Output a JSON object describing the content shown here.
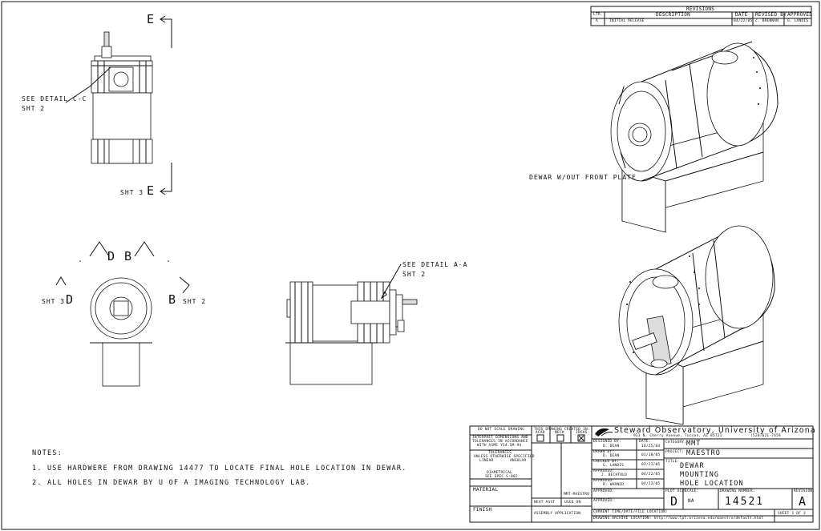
{
  "revisions": {
    "title": "REVISIONS",
    "headers": [
      "LTR",
      "DESCRIPTION",
      "DATE",
      "REVISED BY",
      "APPROVED"
    ],
    "row": [
      "A",
      "INITIAL RELEASE",
      "04/22/05",
      "c. BRENNAN",
      "G. LANDIS"
    ]
  },
  "section_views": {
    "e_top": "E",
    "e_bottom": "E",
    "sht3_e": "SHT 3",
    "d_top": "D",
    "b_top": "B",
    "d_left": "D",
    "b_right": "B",
    "sht3_d": "SHT 3",
    "sht2_b": "SHT 2"
  },
  "callouts": {
    "detail_c_line1": "SEE DETAIL C-C",
    "detail_c_line2": "SHT 2",
    "detail_a_line1": "SEE DETAIL A-A",
    "detail_a_line2": "SHT 2",
    "dewar_no_front": "DEWAR W/OUT FRONT PLATE"
  },
  "notes": {
    "title": "NOTES:",
    "items": [
      "1. USE HARDWERE FROM DRAWING 14477 TO LOCATE FINAL HOLE LOCATION IN DEWAR.",
      "2. ALL HOLES IN DEWAR BY U OF A IMAGING TECHNOLOGY LAB."
    ]
  },
  "title_block": {
    "do_not_scale": "DO NOT SCALE DRAWING",
    "interpret_1": "INTERPRET DIMENSIONS AND",
    "interpret_2": "TOLERANCES IN ACCORDANCE",
    "interpret_3": "WITH ASME Y14.5M-94",
    "tolerances": "TOLERANCES",
    "unless": "UNLESS OTHERWISE SPECIFIED",
    "linear": "LINEAR",
    "angular": "ANGULAR",
    "diametrical": "DIAMETRICAL",
    "see_spec": "SEE SPEC S-002",
    "material": "MATERIAL",
    "finish": "FINISH",
    "created_in": "THIS DRAWING CREATED IN:",
    "cad_options": [
      "ACAD",
      "MECH",
      "IDEAS"
    ],
    "next_asst": "NEXT ASST",
    "used_on": "USED ON",
    "assembly_app": "ASSEMBLY APPLICATION",
    "mmt_maestro": "MMT-MAESTRO",
    "org_name": "Steward Observatory, University of Arizona",
    "org_address": "933 N. Cherry Avenue, Tucson, AZ 85721",
    "org_phone": "(520)621-7459",
    "designed_by_lbl": "DESIGNED BY:",
    "designed_by": "D. DEAN",
    "date_lbl": "DATE:",
    "date_designed": "10/25/04",
    "drawn_by_lbl": "DRAWN BY:",
    "drawn_by": "D. DEAN",
    "date_drawn": "01/18/05",
    "checked_by_lbl": "CHECKED BY:",
    "checked_by": "G. LANDIS",
    "date_checked": "03/21/05",
    "approved_lbl": "APPROVED:",
    "approved_1": "J. BECHTOLD",
    "date_approved_1": "04/22/05",
    "approved_2": "R. WARNER",
    "date_approved_2": "04/22/05",
    "category_lbl": "CATEGORY:",
    "category": "MMT",
    "project_lbl": "PROJECT:",
    "project": "MAESTRO",
    "title_lbl": "TITLE:",
    "title_1": "DEWAR",
    "title_2": "MOUNTING",
    "title_3": "HOLE LOCATION",
    "size_lbl": "PLOT SIZE",
    "size": "D",
    "scale_lbl": "SCALE:",
    "scale": "NA",
    "drawing_number_lbl": "DRAWING NUMBER:",
    "drawing_number": "14521",
    "revision_lbl": "REVISION:",
    "revision": "A",
    "sheet": "SHEET 1 OF 3",
    "current_time_lbl": "CURRENT TIME/DATE/FILE LOCATION:",
    "archive_lbl": "DRAWING ARCHIVE LOCATION: http://www.lpl.arizona.edu/maestro/default.html"
  }
}
